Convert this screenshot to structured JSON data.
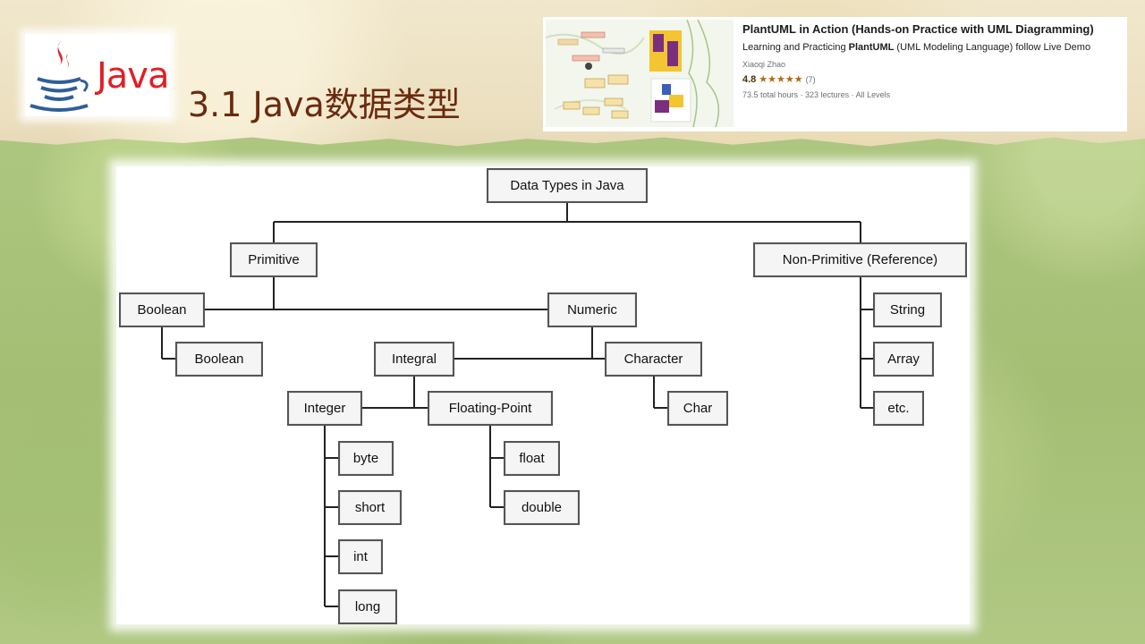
{
  "header": {
    "logo_text": "Java",
    "title": "3.1 Java数据类型"
  },
  "course": {
    "title": "PlantUML in Action (Hands-on Practice with UML Diagramming)",
    "subtitle_prefix": "Learning and Practicing ",
    "subtitle_bold": "PlantUML",
    "subtitle_suffix": " (UML Modeling Language) follow Live Demo",
    "author": "Xiaoqi Zhao",
    "rating": "4.8",
    "stars": "★★★★★",
    "rating_count": "(7)",
    "meta": "73.5 total hours · 323 lectures · All Levels",
    "colors": {
      "stars": "#b4690e",
      "rating": "#4d3105"
    }
  },
  "diagram": {
    "nodes": {
      "root": "Data Types in Java",
      "primitive": "Primitive",
      "non_primitive": "Non-Primitive (Reference)",
      "boolean_group": "Boolean",
      "boolean_type": "Boolean",
      "numeric": "Numeric",
      "integral": "Integral",
      "character": "Character",
      "char": "Char",
      "integer": "Integer",
      "floating_point": "Floating-Point",
      "byte": "byte",
      "short": "short",
      "int": "int",
      "long": "long",
      "float": "float",
      "double": "double",
      "string": "String",
      "array": "Array",
      "etc": "etc."
    }
  }
}
